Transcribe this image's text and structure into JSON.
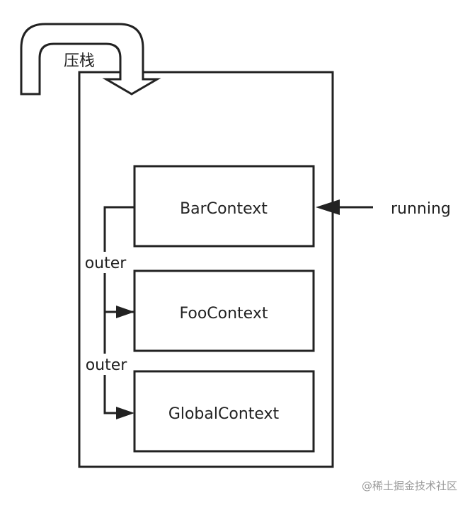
{
  "push_label": "压栈",
  "running_label": "running",
  "contexts": [
    {
      "label": "BarContext"
    },
    {
      "label": "FooContext"
    },
    {
      "label": "GlobalContext"
    }
  ],
  "outer_labels": [
    "outer",
    "outer"
  ],
  "watermark": "@稀土掘金技术社区",
  "colors": {
    "stroke": "#222222",
    "text": "#222222",
    "watermark": "#9a9a9a",
    "background": "#ffffff"
  }
}
